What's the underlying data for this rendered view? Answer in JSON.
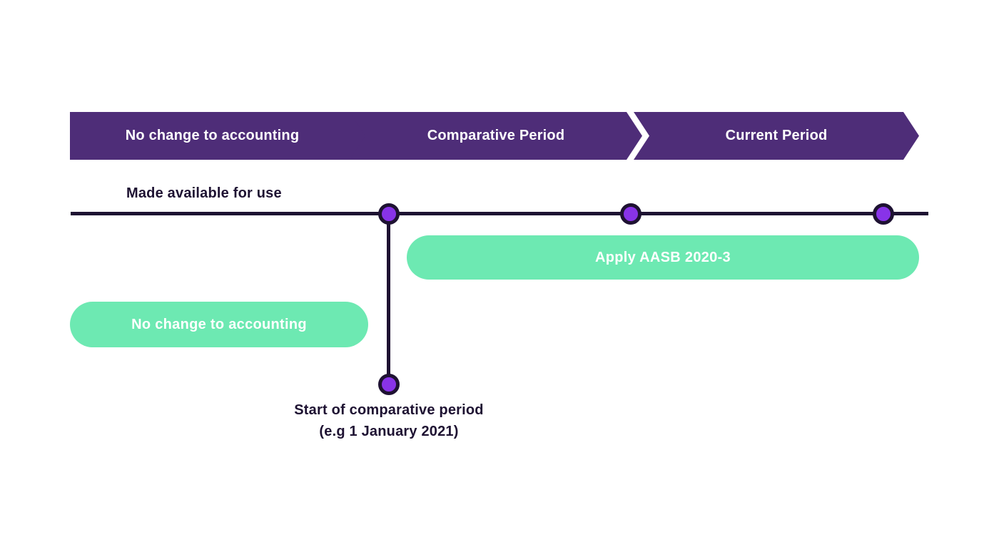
{
  "colors": {
    "banner_purple": "#4E2D78",
    "ink_dark": "#1E1232",
    "dot_violet": "#8833E8",
    "pill_green": "#6DE9B2",
    "text_white": "#FFFFFF",
    "background": "#FFFFFF"
  },
  "header_banners": [
    {
      "label": "No change to accounting"
    },
    {
      "label": "Comparative Period"
    },
    {
      "label": "Current Period"
    }
  ],
  "timeline": {
    "made_available_label": "Made available for use",
    "start_of_comparative_line1": "Start of comparative period",
    "start_of_comparative_line2": "(e.g 1 January 2021)",
    "dot_count": 4
  },
  "pills": {
    "apply_label": "Apply AASB 2020-3",
    "no_change_label": "No change to accounting"
  }
}
